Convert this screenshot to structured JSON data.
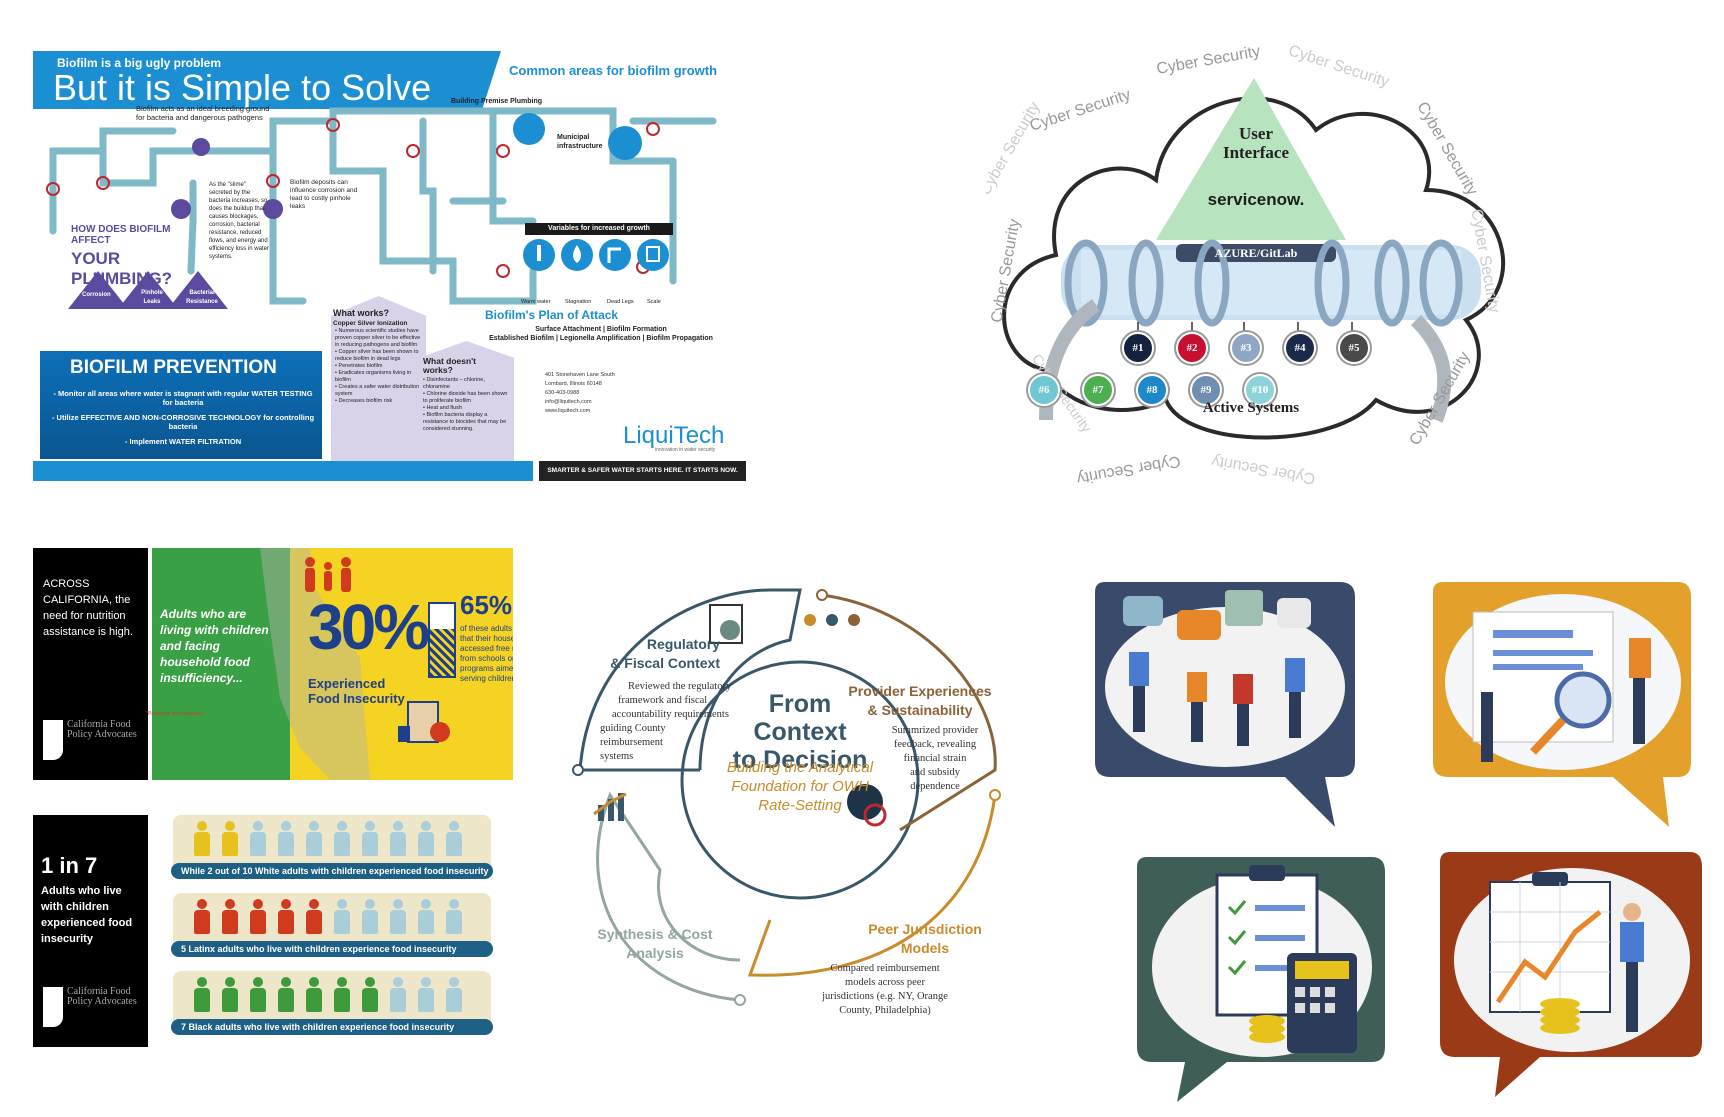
{
  "biofilm": {
    "kicker": "Biofilm is a big ugly problem",
    "title": "But it is Simple to Solve",
    "common_areas": "Common areas for biofilm growth",
    "breeding": "Biofilm acts as an ideal breeding ground for bacteria and dangerous pathogens",
    "plumbing_label": "Building Premise Plumbing",
    "municipal_label": "Municipal infrastructure",
    "how_does": "HOW DOES BIOFILM AFFECT",
    "your_plumbing": "YOUR PLUMBING?",
    "slime": "As the \"slime\" secreted by the bacteria increases, so does the buildup that causes blockages, corrosion, bacterial resistance, reduced flows, and energy and efficiency loss in water systems.",
    "deposits": "Biofilm deposits can influence corrosion and lead to costly pinhole leaks",
    "triangles": [
      "Corrosion",
      "Pinhole Leaks",
      "Bacterial Resistance"
    ],
    "variables_title": "Variables for increased growth",
    "variables": [
      "Warm water",
      "Stagnation",
      "Dead Legs",
      "Scale"
    ],
    "plan_title": "Biofilm's Plan of Attack",
    "plan_line1": "Surface Attachment | Biofilm Formation",
    "plan_line2": "Established Biofilm | Legionella Amplification | Biofilm Propagation",
    "what_works_title": "What works?",
    "what_works_sub": "Copper Silver Ionization",
    "what_works_items": [
      "• Numerous scientific studies have proven copper silver to be effective in reducing pathogens and biofilm",
      "• Copper silver has been shown to reduce biofilm in dead legs",
      "• Penetrates biofilm",
      "• Eradicates organisms living in biofilm",
      "• Creates a safer water distribution system",
      "• Decreases biofilm risk"
    ],
    "what_doesnt_title": "What doesn't works?",
    "what_doesnt_items": [
      "• Disinfectants – chlorine, chloramine",
      "• Chlorine dioxide has been shown to proliferate biofilm",
      "• Heat and flush",
      "• Biofilm bacteria display a resistance to biocides that may be considered stunning."
    ],
    "prevention_title": "BIOFILM PREVENTION",
    "prevention_items": [
      "- Monitor all areas where water is stagnant with regular WATER TESTING for bacteria",
      "- Utilize EFFECTIVE AND NON-CORROSIVE TECHNOLOGY for controlling bacteria",
      "- Implement WATER FILTRATION"
    ],
    "contact": [
      "401 Stonehaven Lane South",
      "Lombard, Illinois 60148",
      "630-403-0988",
      "info@liquitech.com",
      "www.liquitech.com"
    ],
    "logo": "LiquiTech",
    "logo_tag": "innovation in water security",
    "slogan": "SMARTER & SAFER WATER STARTS HERE. IT STARTS NOW."
  },
  "servicenow": {
    "cyber_label": "Cyber Security",
    "user_interface_1": "User",
    "user_interface_2": "Interface",
    "brand": "servicenow.",
    "pipe_label": "AZURE/GitLab",
    "systems_row1": [
      "#1",
      "#2",
      "#3",
      "#4",
      "#5"
    ],
    "systems_row2": [
      "#6",
      "#7",
      "#8",
      "#9",
      "#10"
    ],
    "row1_colors": [
      "#16213e",
      "#c8102e",
      "#8fa6c4",
      "#1b2a4a",
      "#4a4a4a"
    ],
    "row2_colors": [
      "#6fc7d1",
      "#4caf50",
      "#1f88c9",
      "#6f8fb0",
      "#8fd3da"
    ],
    "active": "Active Systems"
  },
  "cal_top": {
    "left_text": "ACROSS CALIFORNIA, the need for nutrition assistance is high.",
    "logo": "California Food Policy Advocates",
    "adults": "Adults who are living with children and facing household food insufficiency...",
    "big_pct": "30%",
    "big_label": "Experienced Food Insecurity",
    "pct2": "65%",
    "pct2_text": "of these adults report that their household accessed free meals from schools or other programs aimed at serving children.",
    "footnote": "*Pandemic circumstances",
    "bar_fill": 0.65
  },
  "cal_bottom": {
    "headline": "1 in 7",
    "sub": "Adults who live with children experienced food insecurity",
    "logo": "California Food Policy Advocates",
    "rows": [
      {
        "text": "While 2 out of 10 White adults with children experienced food insecurity",
        "color": "#e8c21c",
        "filled": 2
      },
      {
        "text": "5 Latinx adults who live with children experience food insecurity",
        "color": "#d23a1e",
        "filled": 5
      },
      {
        "text": "7 Black adults who live with children experience food insecurity",
        "color": "#3e9a3a",
        "filled": 7
      }
    ]
  },
  "cycle": {
    "center_1": "From Context",
    "center_2": "to Decision",
    "center_sub": [
      "Building the Analytical",
      "Foundation for OWH",
      "Rate-Setting"
    ],
    "reg_title": [
      "Regulatory",
      "& Fiscal Context"
    ],
    "reg_text": [
      "Reviewed the regulatory",
      "framework and fiscal",
      "accountability requirements",
      "guiding County",
      "reimbursement",
      "systems"
    ],
    "prov_title": [
      "Provider Experiences",
      "& Sustainability"
    ],
    "prov_text": [
      "Summrized provider",
      "feedback, revealing",
      "financial strain",
      "and subsidy",
      "dependence"
    ],
    "peer_title": [
      "Peer Jurisdiction",
      "Models"
    ],
    "peer_text": [
      "Compared reimbursement",
      "models across peer",
      "jurisdictions (e.g. NY, Orange",
      "County, Philadelphia)"
    ],
    "synth_title": [
      "Synthesis & Cost",
      "Analysis"
    ]
  }
}
